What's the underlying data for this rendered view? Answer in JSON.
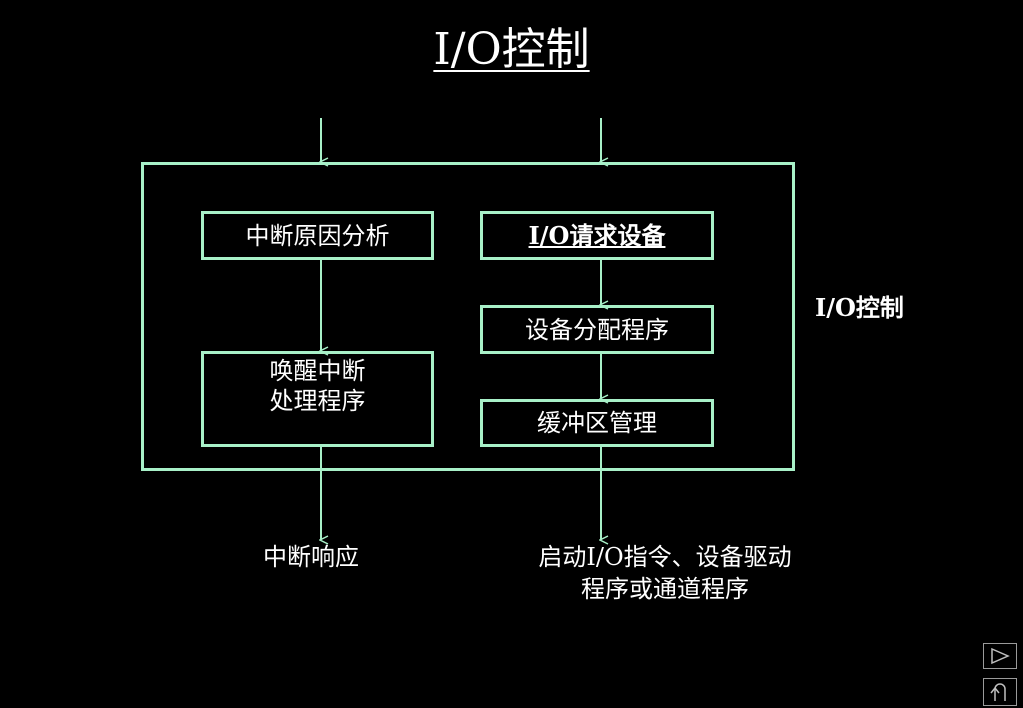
{
  "title": "I/O控制",
  "side_label": "I/O控制",
  "boxes": {
    "interrupt_cause_analysis": "中断原因分析",
    "io_request_device": "I/O请求设备",
    "device_allocation": "设备分配程序",
    "wakeup_line1": "唤醒中断",
    "wakeup_line2": "处理程序",
    "buffer_management": "缓冲区管理"
  },
  "outputs": {
    "interrupt_response": "中断响应",
    "start_line1": "启动I/O指令、设备驱动",
    "start_line2": "程序或通道程序"
  },
  "colors": {
    "background": "#000000",
    "line": "#a8f0c8",
    "text": "#ffffff"
  },
  "nav": {
    "next_icon": "play-triangle-icon",
    "return_icon": "return-arrow-icon"
  }
}
